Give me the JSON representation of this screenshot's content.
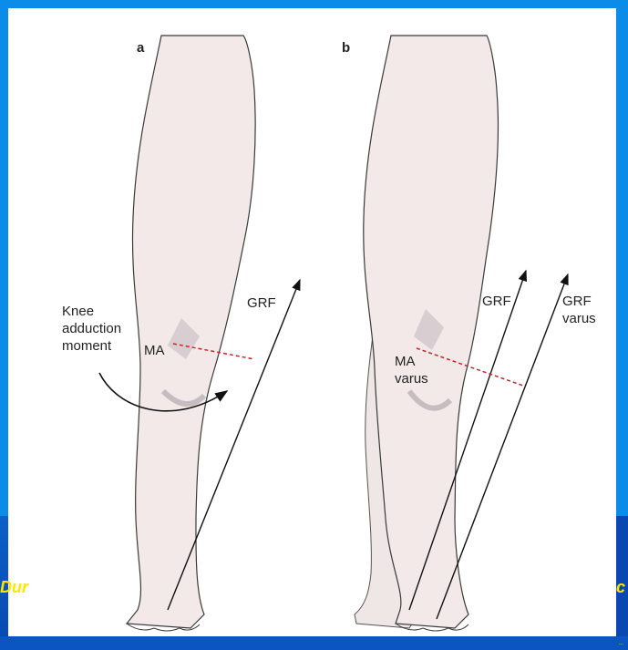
{
  "panels": [
    {
      "letter": "a",
      "labels": {
        "grf": "GRF",
        "ma": "MA",
        "knee_line1": "Knee",
        "knee_line2": "adduction",
        "knee_line3": "moment"
      }
    },
    {
      "letter": "b",
      "labels": {
        "grf": "GRF",
        "grf_varus_line1": "GRF",
        "grf_varus_line2": "varus",
        "ma_varus_line1": "MA",
        "ma_varus_line2": "varus"
      }
    }
  ],
  "slide_fragments": {
    "left": "Dur",
    "right": "c",
    "bottom_tiny": "..."
  },
  "colors": {
    "background_blue": "#0a8ce8",
    "panel_blue": "#0848b0",
    "slide_text": "#ffe600",
    "leg_fill": "#f3e9e9",
    "moment_arm_line": "#c8202a"
  }
}
